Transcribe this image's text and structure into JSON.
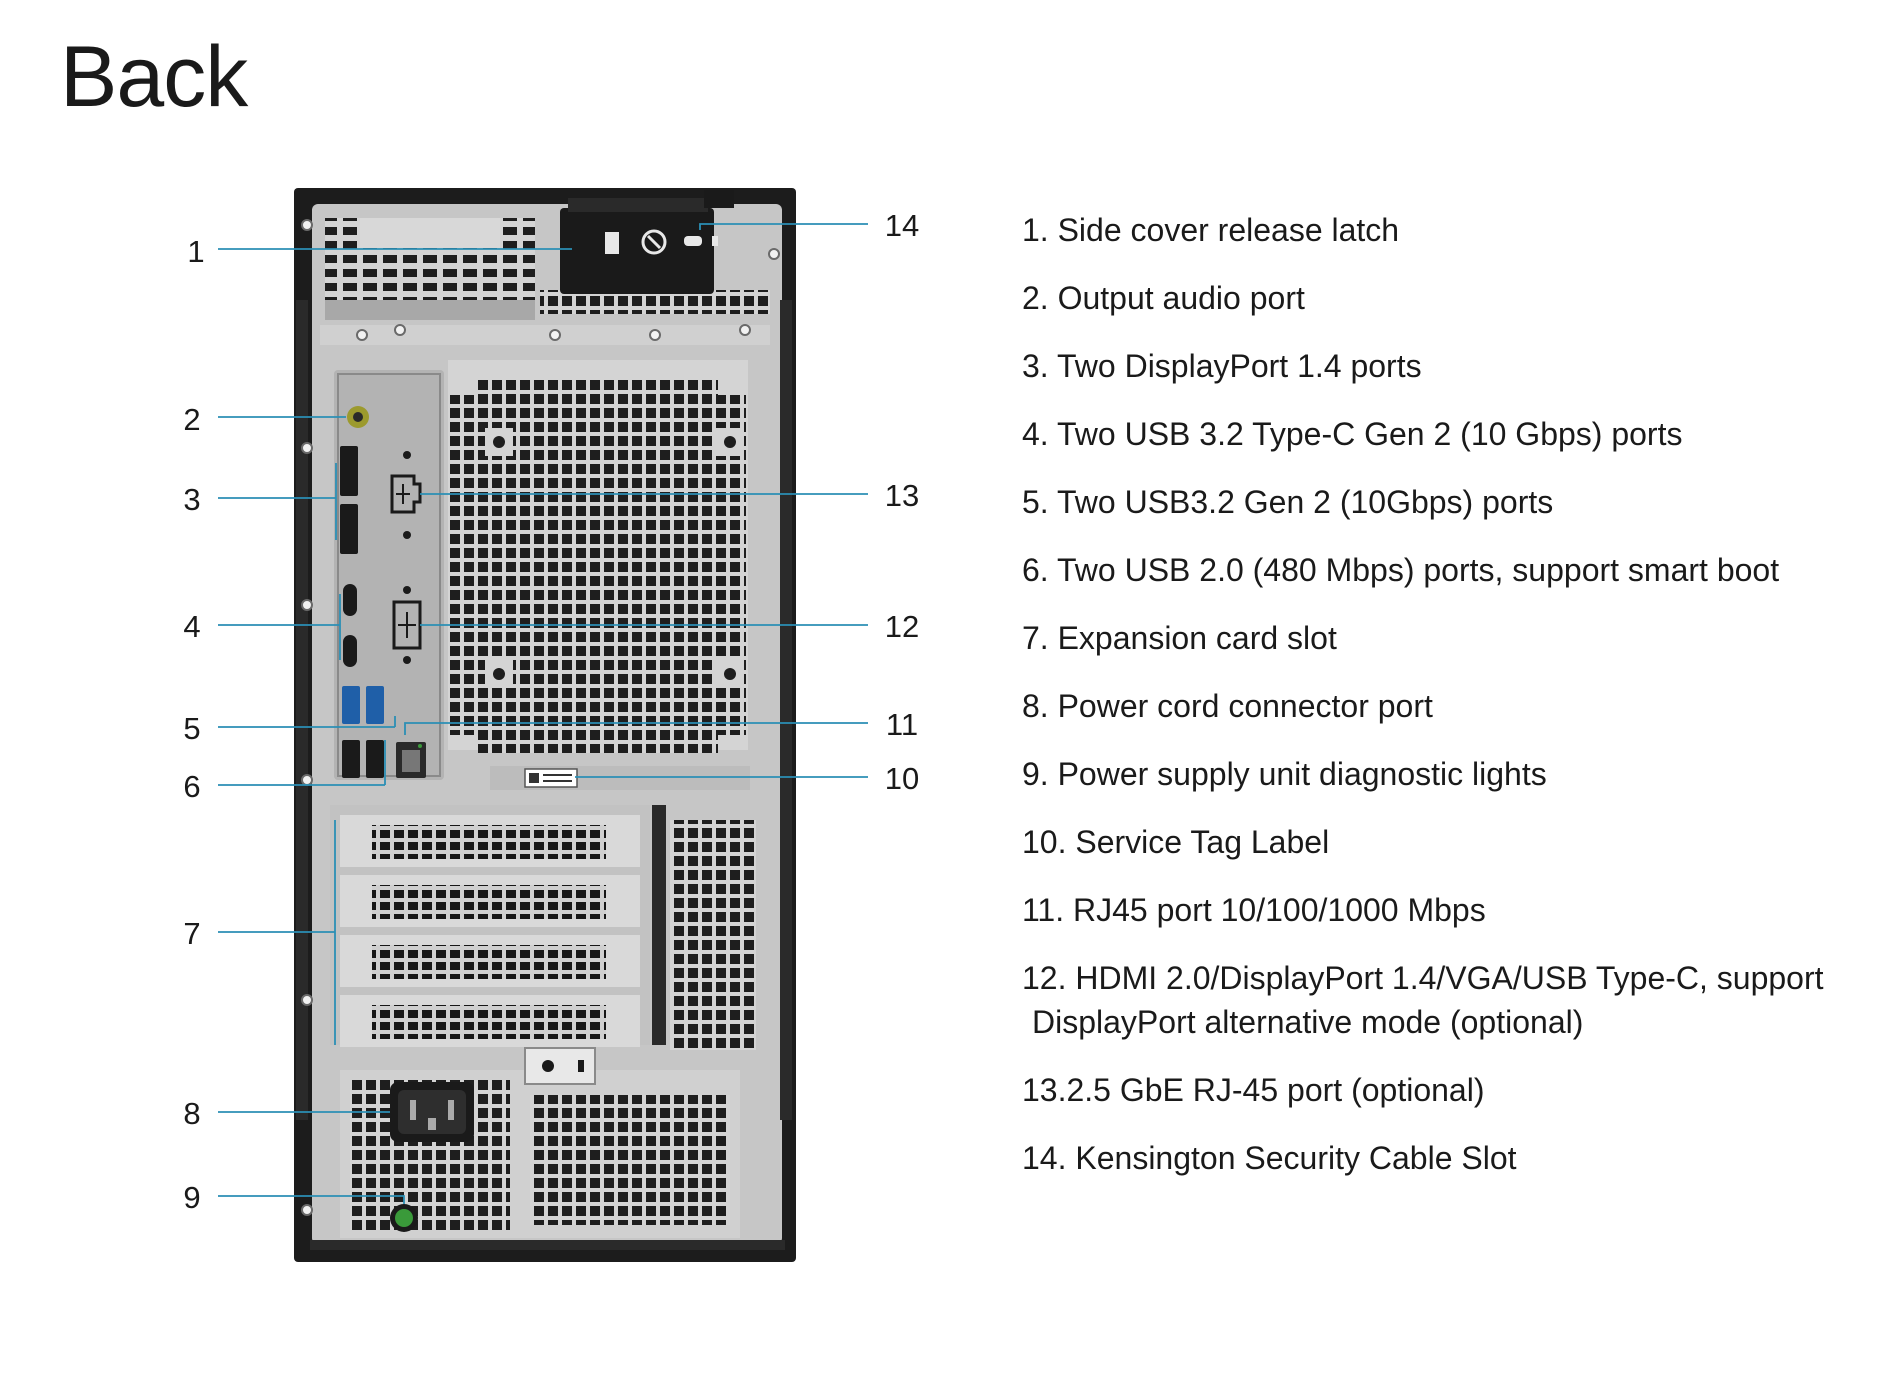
{
  "title": "Back",
  "callout_numbers": {
    "n1": "1",
    "n2": "2",
    "n3": "3",
    "n4": "4",
    "n5": "5",
    "n6": "6",
    "n7": "7",
    "n8": "8",
    "n9": "9",
    "n10": "10",
    "n11": "11",
    "n12": "12",
    "n13": "13",
    "n14": "14"
  },
  "legend": [
    {
      "line1": "1. Side cover release latch"
    },
    {
      "line1": "2. Output audio port"
    },
    {
      "line1": "3. Two DisplayPort 1.4 ports"
    },
    {
      "line1": "4. Two USB 3.2 Type-C Gen 2 (10 Gbps) ports"
    },
    {
      "line1": "5. Two USB3.2 Gen 2 (10Gbps) ports"
    },
    {
      "line1": "6. Two USB 2.0 (480 Mbps) ports, support smart boot"
    },
    {
      "line1": "7. Expansion card slot"
    },
    {
      "line1": "8. Power cord connector port"
    },
    {
      "line1": "9. Power supply unit diagnostic lights"
    },
    {
      "line1": "10. Service Tag Label"
    },
    {
      "line1": "11. RJ45 port 10/100/1000 Mbps"
    },
    {
      "line1": "12. HDMI 2.0/DisplayPort 1.4/VGA/USB Type-C, support",
      "line2": "DisplayPort  alternative mode (optional)"
    },
    {
      "line1": "13.2.5 GbE RJ-45 port (optional)"
    },
    {
      "line1": "14. Kensington Security Cable Slot"
    }
  ],
  "colors": {
    "chassis_frame": "#1c1c1c",
    "metal_panel": "#c9c9c9",
    "io_plate": "#b3b3b3",
    "callout_line": "#2b8fb5",
    "port_usb3": "#1f5fa8",
    "audio_port": "#9c9a2e",
    "psu_light": "#3a9a3a"
  }
}
